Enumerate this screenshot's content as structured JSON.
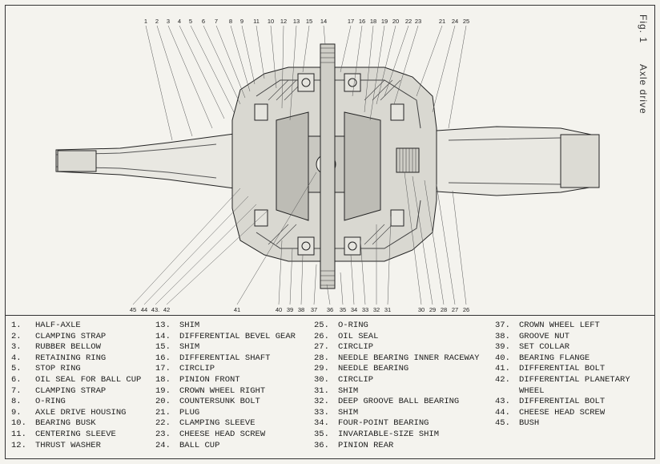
{
  "figure": {
    "label": "Fig. 1",
    "title": "Axle drive"
  },
  "callouts": {
    "top": [
      "1",
      "2",
      "3",
      "4",
      "5",
      "6",
      "7",
      "8",
      "9",
      "11",
      "10",
      "12",
      "13",
      "15",
      "14",
      "17",
      "16",
      "18",
      "19",
      "20",
      "22",
      "23",
      "21",
      "24",
      "25"
    ],
    "bottom": [
      "45",
      "44",
      "43.",
      "42",
      "41",
      "40",
      "39",
      "38",
      "37",
      "36",
      "35",
      "34",
      "33",
      "32",
      "31",
      "30",
      "29",
      "28",
      "27",
      "26"
    ]
  },
  "legend": [
    [
      {
        "num": "1.",
        "label": "HALF-AXLE"
      },
      {
        "num": "2.",
        "label": "CLAMPING STRAP"
      },
      {
        "num": "3.",
        "label": "RUBBER BELLOW"
      },
      {
        "num": "4.",
        "label": "RETAINING RING"
      },
      {
        "num": "5.",
        "label": "STOP RING"
      },
      {
        "num": "6.",
        "label": "OIL SEAL FOR BALL CUP"
      },
      {
        "num": "7.",
        "label": "CLAMPING STRAP"
      },
      {
        "num": "8.",
        "label": "O-RING"
      },
      {
        "num": "9.",
        "label": "AXLE DRIVE HOUSING"
      },
      {
        "num": "10.",
        "label": "BEARING BUSK"
      },
      {
        "num": "11.",
        "label": "CENTERING SLEEVE"
      },
      {
        "num": "12.",
        "label": "THRUST WASHER"
      }
    ],
    [
      {
        "num": "13.",
        "label": "SHIM"
      },
      {
        "num": "14.",
        "label": "DIFFERENTIAL BEVEL GEAR"
      },
      {
        "num": "15.",
        "label": "SHIM"
      },
      {
        "num": "16.",
        "label": "DIFFERENTIAL SHAFT"
      },
      {
        "num": "17.",
        "label": "CIRCLIP"
      },
      {
        "num": "18.",
        "label": "PINION FRONT"
      },
      {
        "num": "19.",
        "label": "CROWN WHEEL RIGHT"
      },
      {
        "num": "20.",
        "label": "COUNTERSUNK BOLT"
      },
      {
        "num": "21.",
        "label": "PLUG"
      },
      {
        "num": "22.",
        "label": "CLAMPING SLEEVE"
      },
      {
        "num": "23.",
        "label": "CHEESE HEAD SCREW"
      },
      {
        "num": "24.",
        "label": "BALL CUP"
      }
    ],
    [
      {
        "num": "25.",
        "label": "O-RING"
      },
      {
        "num": "26.",
        "label": "OIL SEAL"
      },
      {
        "num": "27.",
        "label": "CIRCLIP"
      },
      {
        "num": "28.",
        "label": "NEEDLE BEARING INNER RACEWAY"
      },
      {
        "num": "29.",
        "label": "NEEDLE BEARING"
      },
      {
        "num": "30.",
        "label": "CIRCLIP"
      },
      {
        "num": "31.",
        "label": "SHIM"
      },
      {
        "num": "32.",
        "label": "DEEP GROOVE BALL BEARING"
      },
      {
        "num": "33.",
        "label": "SHIM"
      },
      {
        "num": "34.",
        "label": "FOUR-POINT BEARING"
      },
      {
        "num": "35.",
        "label": "INVARIABLE-SIZE SHIM"
      },
      {
        "num": "36.",
        "label": "PINION REAR"
      }
    ],
    [
      {
        "num": "37.",
        "label": "CROWN WHEEL LEFT"
      },
      {
        "num": "38.",
        "label": "GROOVE NUT"
      },
      {
        "num": "39.",
        "label": "SET COLLAR"
      },
      {
        "num": "40.",
        "label": "BEARING FLANGE"
      },
      {
        "num": "41.",
        "label": "DIFFERENTIAL BOLT"
      },
      {
        "num": "42.",
        "label": "DIFFERENTIAL PLANETARY"
      },
      {
        "num": "",
        "label": "WHEEL"
      },
      {
        "num": "43.",
        "label": "DIFFERENTIAL BOLT"
      },
      {
        "num": "44.",
        "label": "CHEESE HEAD SCREW"
      },
      {
        "num": "45.",
        "label": "BUSH"
      }
    ]
  ]
}
